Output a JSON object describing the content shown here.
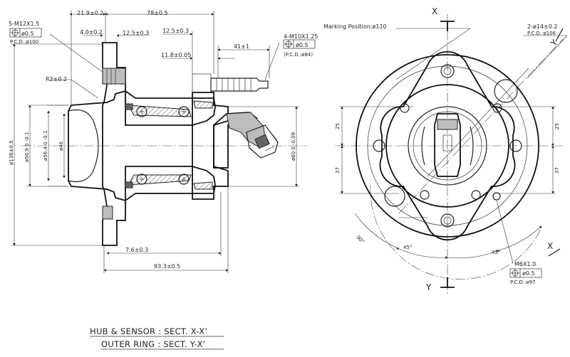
{
  "left_view": {
    "dims": {
      "d21": "21.9±0.2",
      "d78": "78±0.5",
      "bolt_spec": "5-M12X1.5",
      "tol_value": "ø0.5",
      "pcd100": "P.C.D.:ø100",
      "d4": "4.0±0.2",
      "d12_5a": "12.5±0.3",
      "d12_5b": "12.5±0.3",
      "bolt2_spec": "4-M10X1.25",
      "tol2_value": "ø0.5",
      "pcd84": "(P.C.D.:ø84)",
      "d41": "41±1",
      "d11_8": "11.8±0.05",
      "r2": "R2±0.2",
      "d136": "ø136±0.5",
      "d56_9": "ø56.9 0 -0.1",
      "d56_4": "ø56.4 0 -0.1",
      "d46": "ø46",
      "d60": "ø60 0 -0.09",
      "d7_6": "7.6±0.3",
      "d93_3": "93.3±0.5"
    }
  },
  "right_view": {
    "section_x_top": "X",
    "section_x_bottom": "X",
    "section_y_top": "Y",
    "section_y_bottom": "Y",
    "marking": "Marking Position:ø110",
    "holes_spec": "2-ø14±0.2",
    "pcd106": "P.C.D.:ø106",
    "m6": "M6X1.0",
    "tol3_value": "ø0.5",
    "pcd97": "P.C.D.:ø97",
    "d25_left": "25",
    "d25_right": "25",
    "d37_left": "37",
    "d37_right": "37",
    "a90": "90°",
    "a45_left": "45°",
    "a45_right": "45°"
  },
  "titles": {
    "line1": "HUB & SENSOR : SECT. X-X'",
    "line2": "OUTER RING : SECT. Y-X'"
  }
}
